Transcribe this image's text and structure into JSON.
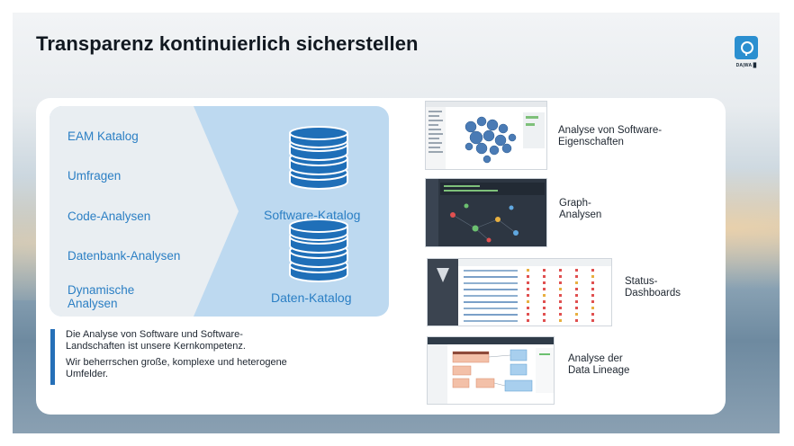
{
  "slide": {
    "title": "Transparenz kontinuierlich sicherstellen",
    "logo_text": "DA|WA █"
  },
  "sources": [
    "EAM Katalog",
    "Umfragen",
    "Code-Analysen",
    "Datenbank-Analysen",
    "Dynamische\nAnalysen"
  ],
  "catalogs": {
    "software": "Software-Katalog",
    "data": "Daten-Katalog"
  },
  "note": {
    "line1": "Die Analyse von Software und Software-Landschaften ist unsere Kernkompetenz.",
    "line2": "Wir beherrschen große, komplexe und heterogene Umfelder."
  },
  "analyses": [
    {
      "label": "Analyse von Software-\nEigenschaften",
      "icon": "network-bubble-screenshot"
    },
    {
      "label": "Graph-\nAnalysen",
      "icon": "graph-dashboard-screenshot"
    },
    {
      "label": "Status-\nDashboards",
      "icon": "status-table-screenshot"
    },
    {
      "label": "Analyse der\nData Lineage",
      "icon": "lineage-diagram-screenshot"
    }
  ],
  "colors": {
    "accent": "#2b7fc4",
    "panel": "#bdd9f0",
    "chevron": "#e9eef2",
    "db": "#1f6fb8",
    "bar": "#2670b8"
  }
}
